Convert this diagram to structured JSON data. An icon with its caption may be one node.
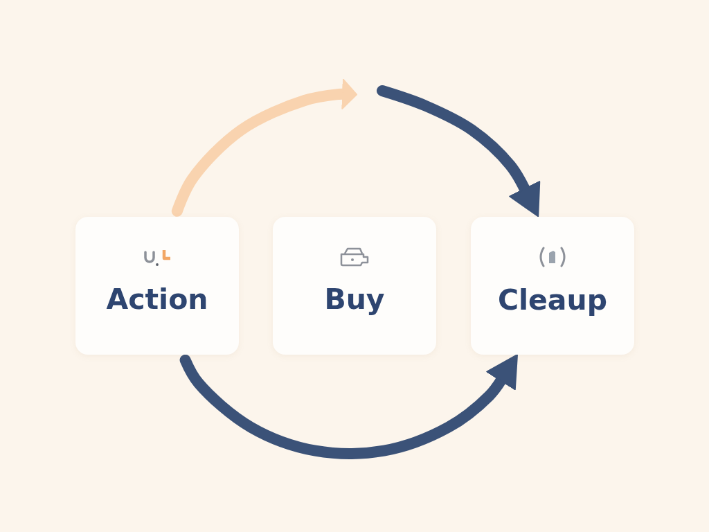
{
  "diagram": {
    "nodes": [
      {
        "text": [
          "Action"
        ]
      },
      {
        "text": [
          "Buy"
        ]
      },
      {
        "text": [
          "Cleaup"
        ]
      }
    ],
    "edges": [
      {
        "from": 0,
        "to": null,
        "arrow": "to",
        "color": "#f9d3af"
      },
      {
        "from": null,
        "to": 2,
        "arrow": "to"
      },
      {
        "from": 0,
        "to": 2,
        "arrow": "to"
      }
    ]
  }
}
